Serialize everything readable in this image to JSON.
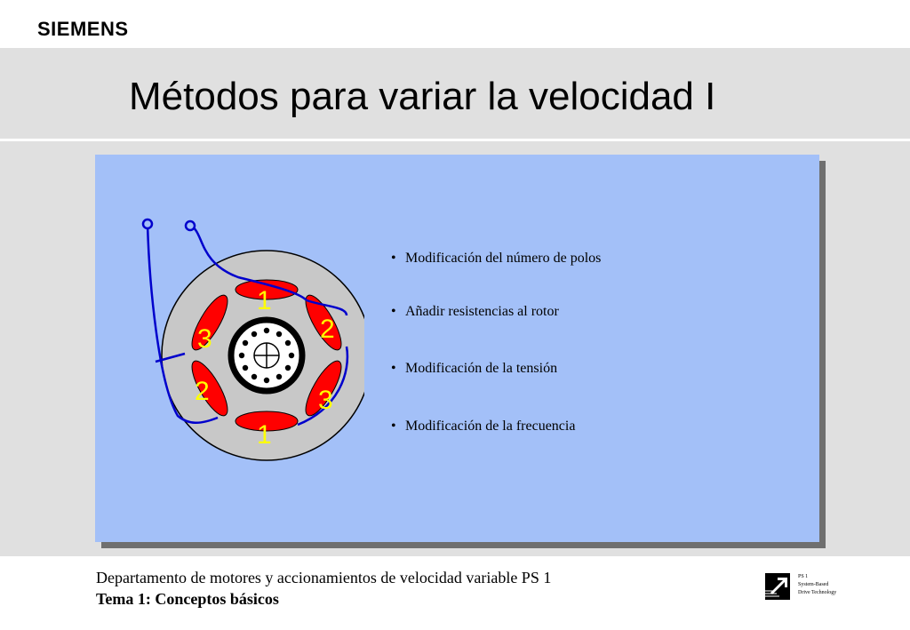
{
  "header": {
    "brand": "SIEMENS",
    "title": "Métodos para variar la velocidad I"
  },
  "diagram": {
    "pole_labels": [
      "1",
      "2",
      "3",
      "1",
      "2",
      "3"
    ],
    "pole_color": "#ff0000",
    "label_color": "#ffff00",
    "panel_color": "#a3c0f8"
  },
  "bullets": [
    "Modificación del número de polos",
    "Añadir resistencias al rotor",
    "Modificación de la tensión",
    "Modificación de la frecuencia"
  ],
  "footer": {
    "department": "Departamento de motores y accionamientos de velocidad variable PS 1",
    "topic": "Tema 1: Conceptos básicos",
    "logo_lines": [
      "PS 1",
      "System-Based",
      "Drive Technology"
    ]
  }
}
